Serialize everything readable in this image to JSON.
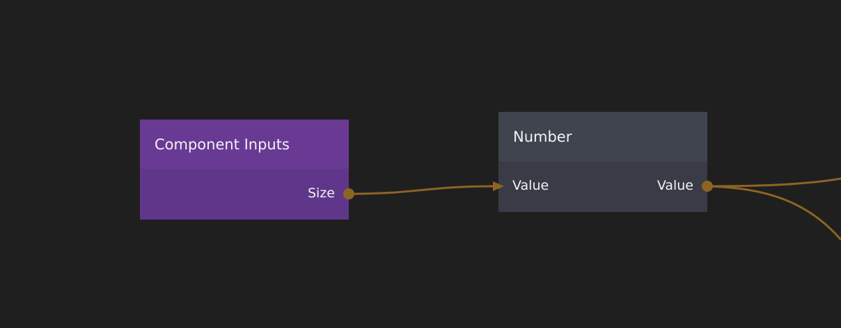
{
  "colors": {
    "background": "#1f1f1f",
    "wire": "#8e6424",
    "component_inputs_header": "#693a94",
    "component_inputs_body": "#5f3689",
    "number_header": "#40444f",
    "number_body": "#393c47"
  },
  "nodes": {
    "component_inputs": {
      "title": "Component Inputs",
      "outputs": [
        "Size"
      ]
    },
    "number": {
      "title": "Number",
      "inputs": [
        "Value"
      ],
      "outputs": [
        "Value"
      ]
    }
  }
}
